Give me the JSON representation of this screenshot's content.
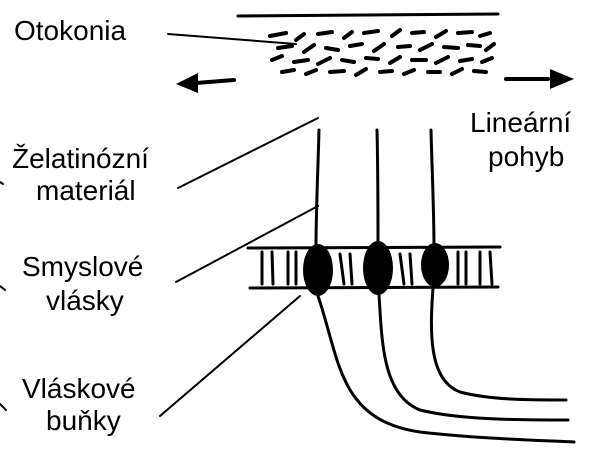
{
  "labels": {
    "otokonia": "Otokonia",
    "gelatinous_line1": "Želatinózní",
    "gelatinous_line2": "materiál",
    "hairs_line1": "Smyslové",
    "hairs_line2": "vlásky",
    "cells_line1": "Vláskové",
    "cells_line2": "buňky",
    "motion_line1": "Lineární",
    "motion_line2": "pohyb"
  },
  "colors": {
    "ink": "#000000",
    "background": "#ffffff"
  },
  "icons": {
    "left_arrow": "arrow-left-icon",
    "right_arrow": "arrow-right-icon"
  }
}
